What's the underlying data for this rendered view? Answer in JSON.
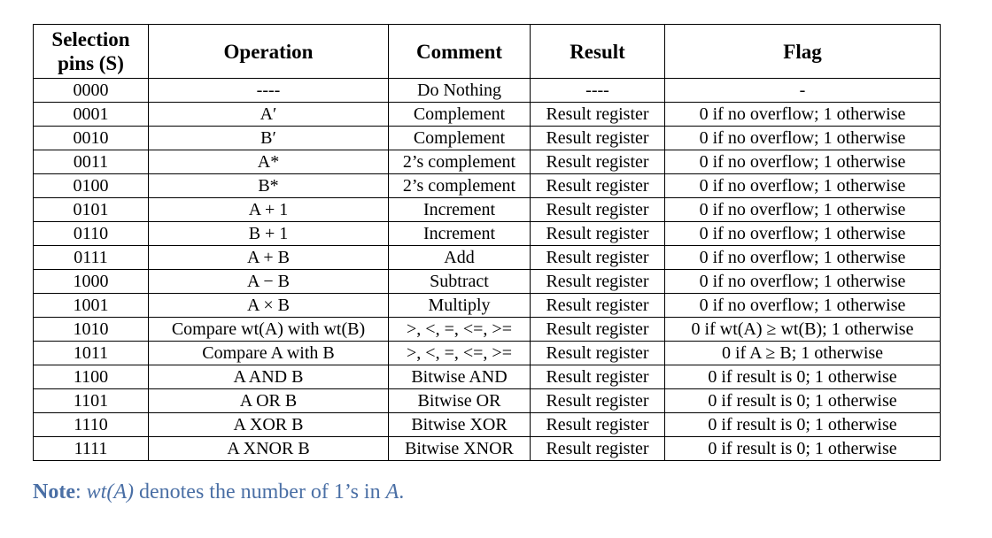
{
  "table": {
    "headers": {
      "selection_line1": "Selection",
      "selection_line2": "pins (S)",
      "operation": "Operation",
      "comment": "Comment",
      "result": "Result",
      "flag": "Flag"
    },
    "rows": [
      {
        "s": "0000",
        "op": "----",
        "comment": "Do Nothing",
        "result": "----",
        "flag": "-"
      },
      {
        "s": "0001",
        "op": "A′",
        "comment": "Complement",
        "result": "Result register",
        "flag": "0 if no overflow; 1 otherwise"
      },
      {
        "s": "0010",
        "op": "B′",
        "comment": "Complement",
        "result": "Result register",
        "flag": "0 if no overflow; 1 otherwise"
      },
      {
        "s": "0011",
        "op": "A*",
        "comment": "2’s complement",
        "result": "Result register",
        "flag": "0 if no overflow; 1 otherwise"
      },
      {
        "s": "0100",
        "op": "B*",
        "comment": "2’s complement",
        "result": "Result register",
        "flag": "0 if no overflow; 1 otherwise"
      },
      {
        "s": "0101",
        "op": "A + 1",
        "comment": "Increment",
        "result": "Result register",
        "flag": "0 if no overflow; 1 otherwise"
      },
      {
        "s": "0110",
        "op": "B + 1",
        "comment": "Increment",
        "result": "Result register",
        "flag": "0 if no overflow; 1 otherwise"
      },
      {
        "s": "0111",
        "op": "A + B",
        "comment": "Add",
        "result": "Result register",
        "flag": "0 if no overflow; 1 otherwise"
      },
      {
        "s": "1000",
        "op": "A − B",
        "comment": "Subtract",
        "result": "Result register",
        "flag": "0 if no overflow; 1 otherwise"
      },
      {
        "s": "1001",
        "op": "A × B",
        "comment": "Multiply",
        "result": "Result register",
        "flag": "0 if no overflow; 1 otherwise"
      },
      {
        "s": "1010",
        "op": "Compare wt(A) with wt(B)",
        "comment": ">, <, =, <=, >=",
        "result": "Result register",
        "flag": "0 if wt(A) ≥ wt(B); 1 otherwise"
      },
      {
        "s": "1011",
        "op": "Compare A with B",
        "comment": ">, <, =, <=, >=",
        "result": "Result register",
        "flag": "0 if A ≥ B; 1 otherwise"
      },
      {
        "s": "1100",
        "op": "A AND B",
        "comment": "Bitwise AND",
        "result": "Result register",
        "flag": "0 if result is 0; 1 otherwise"
      },
      {
        "s": "1101",
        "op": "A OR B",
        "comment": "Bitwise OR",
        "result": "Result register",
        "flag": "0 if result is 0; 1 otherwise"
      },
      {
        "s": "1110",
        "op": "A XOR B",
        "comment": "Bitwise XOR",
        "result": "Result register",
        "flag": "0 if result is 0; 1 otherwise"
      },
      {
        "s": "1111",
        "op": "A XNOR B",
        "comment": "Bitwise XNOR",
        "result": "Result register",
        "flag": "0 if result is 0; 1 otherwise"
      }
    ]
  },
  "note": {
    "label": "Note",
    "text_before": ": ",
    "term": "wt(A)",
    "text_middle": " denotes the number of 1’s in ",
    "subject": "A",
    "text_after": "."
  },
  "colors": {
    "note": "#4a6fa5",
    "border": "#000000"
  }
}
